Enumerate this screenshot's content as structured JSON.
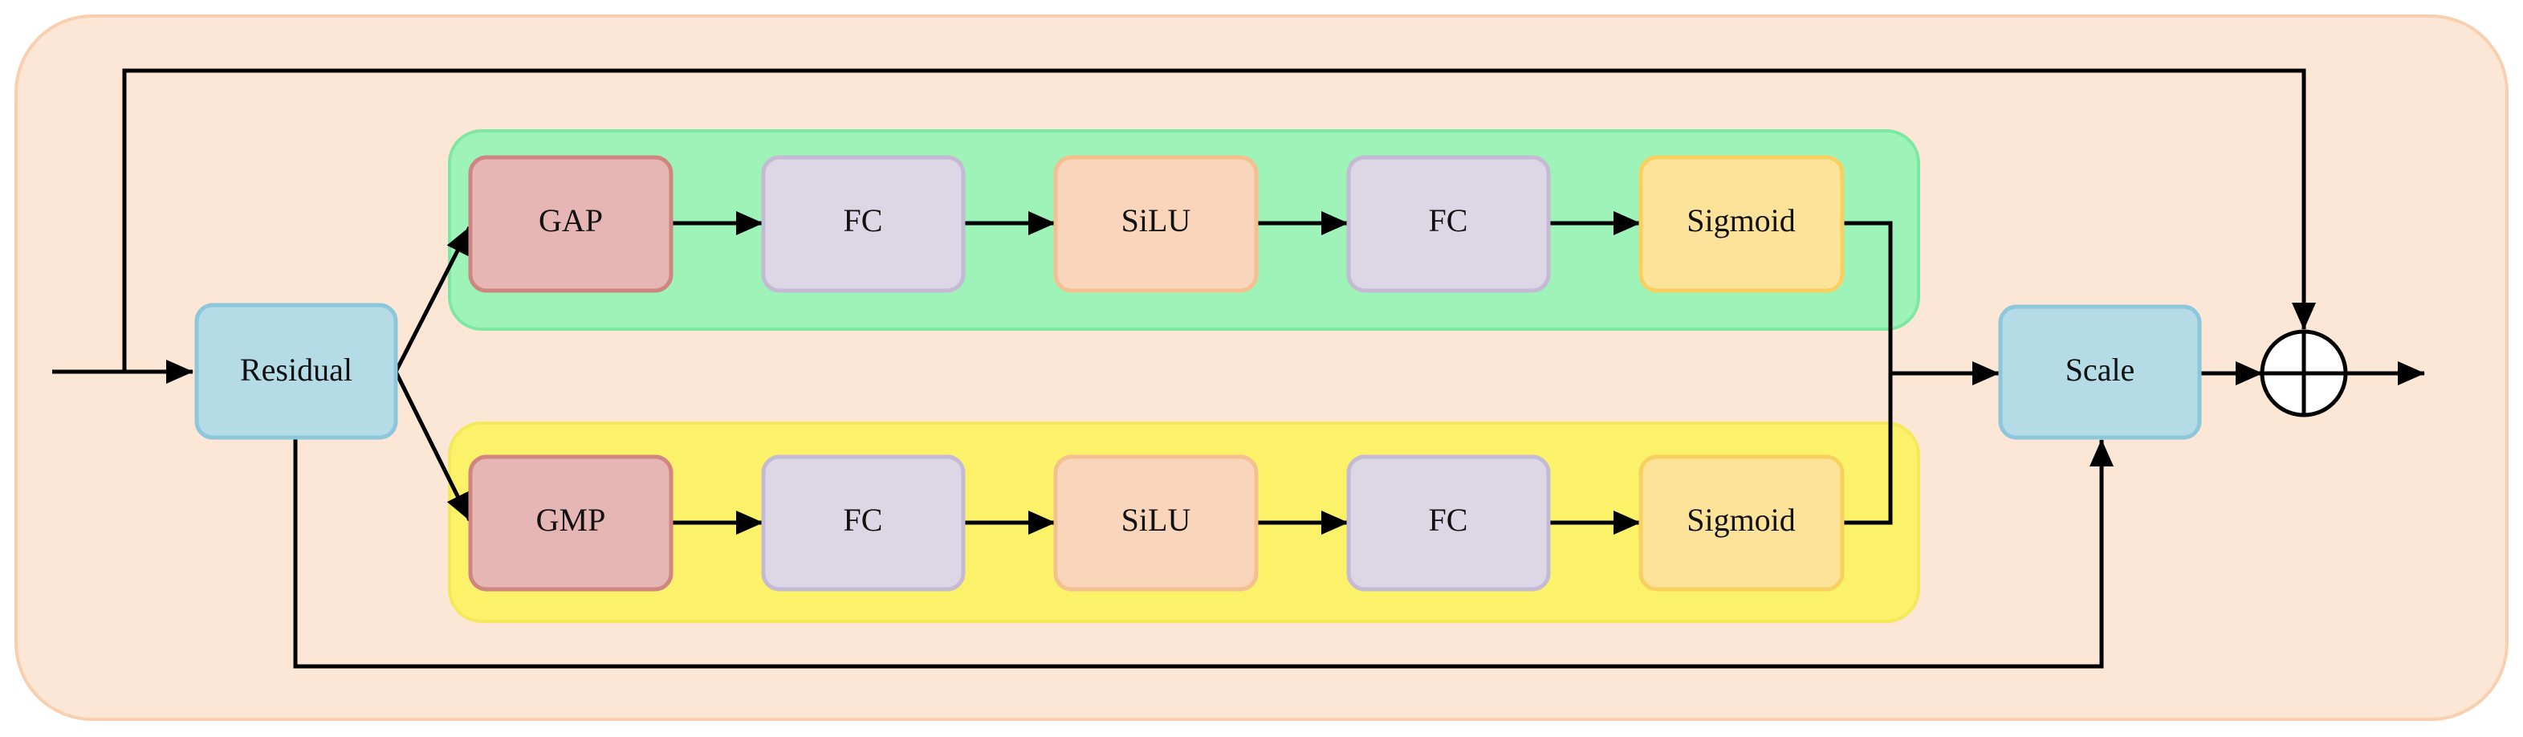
{
  "colors": {
    "outer_bg": "#fce6d6",
    "outer_border": "#f8cfb0",
    "green_group": "#9ef4b8",
    "green_group_border": "#7ee8a2",
    "yellow_group": "#fbf26a",
    "yellow_group_border": "#f4e95a",
    "pool_fill": "#e5b6b4",
    "pool_border": "#d08680",
    "fc_fill": "#ddd6e5",
    "fc_border": "#c4bad4",
    "silu_fill": "#f8d5bb",
    "silu_border": "#f4c090",
    "sigmoid_fill": "#fde39a",
    "sigmoid_border": "#f8d060",
    "blue_fill": "#b4dbe6",
    "blue_border": "#8cc7db",
    "line": "#000000"
  },
  "nodes": {
    "residual": "Residual",
    "scale": "Scale",
    "top_branch": [
      "GAP",
      "FC",
      "SiLU",
      "FC",
      "Sigmoid"
    ],
    "bottom_branch": [
      "GMP",
      "FC",
      "SiLU",
      "FC",
      "Sigmoid"
    ]
  },
  "icons": {
    "add": "circled-plus-icon"
  }
}
